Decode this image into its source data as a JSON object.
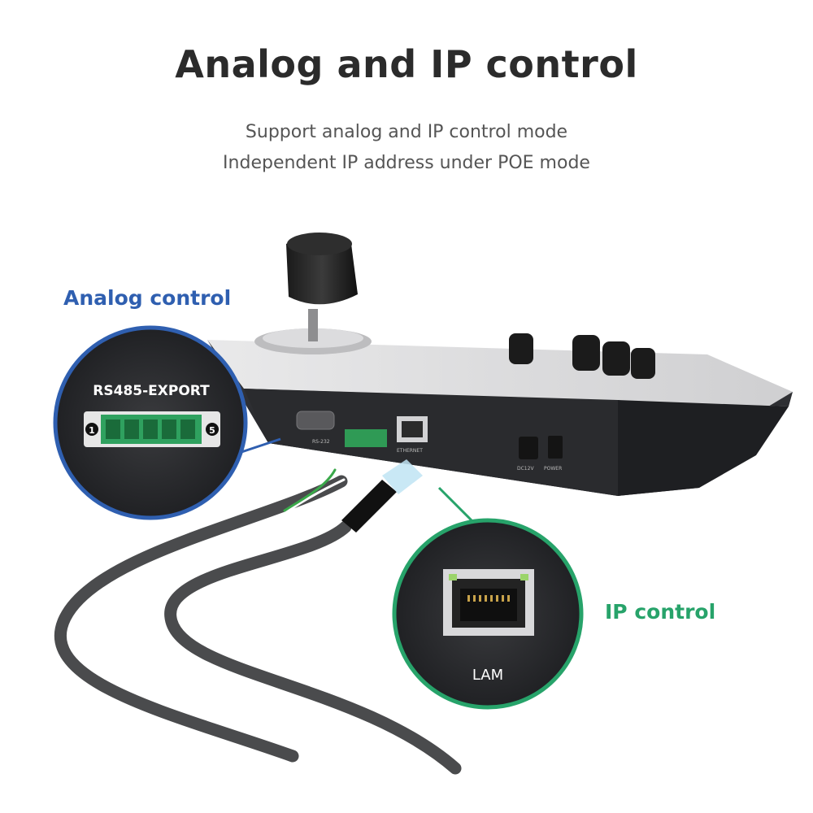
{
  "title": "Analog and IP control",
  "subtitle_lines": [
    "Support analog and IP control mode",
    "Independent IP address under POE mode"
  ],
  "callouts": {
    "analog": {
      "label": "Analog control",
      "port_label": "RS485-EXPORT",
      "pin_start": "1",
      "pin_end": "5",
      "color": "#2f5fb0"
    },
    "ip": {
      "label": "IP control",
      "port_label": "LAM",
      "color": "#27a36a"
    }
  },
  "device_labels": {
    "rs232": "RS-232",
    "ethernet": "ETHERNET",
    "dc": "DC12V",
    "power": "POWER"
  }
}
